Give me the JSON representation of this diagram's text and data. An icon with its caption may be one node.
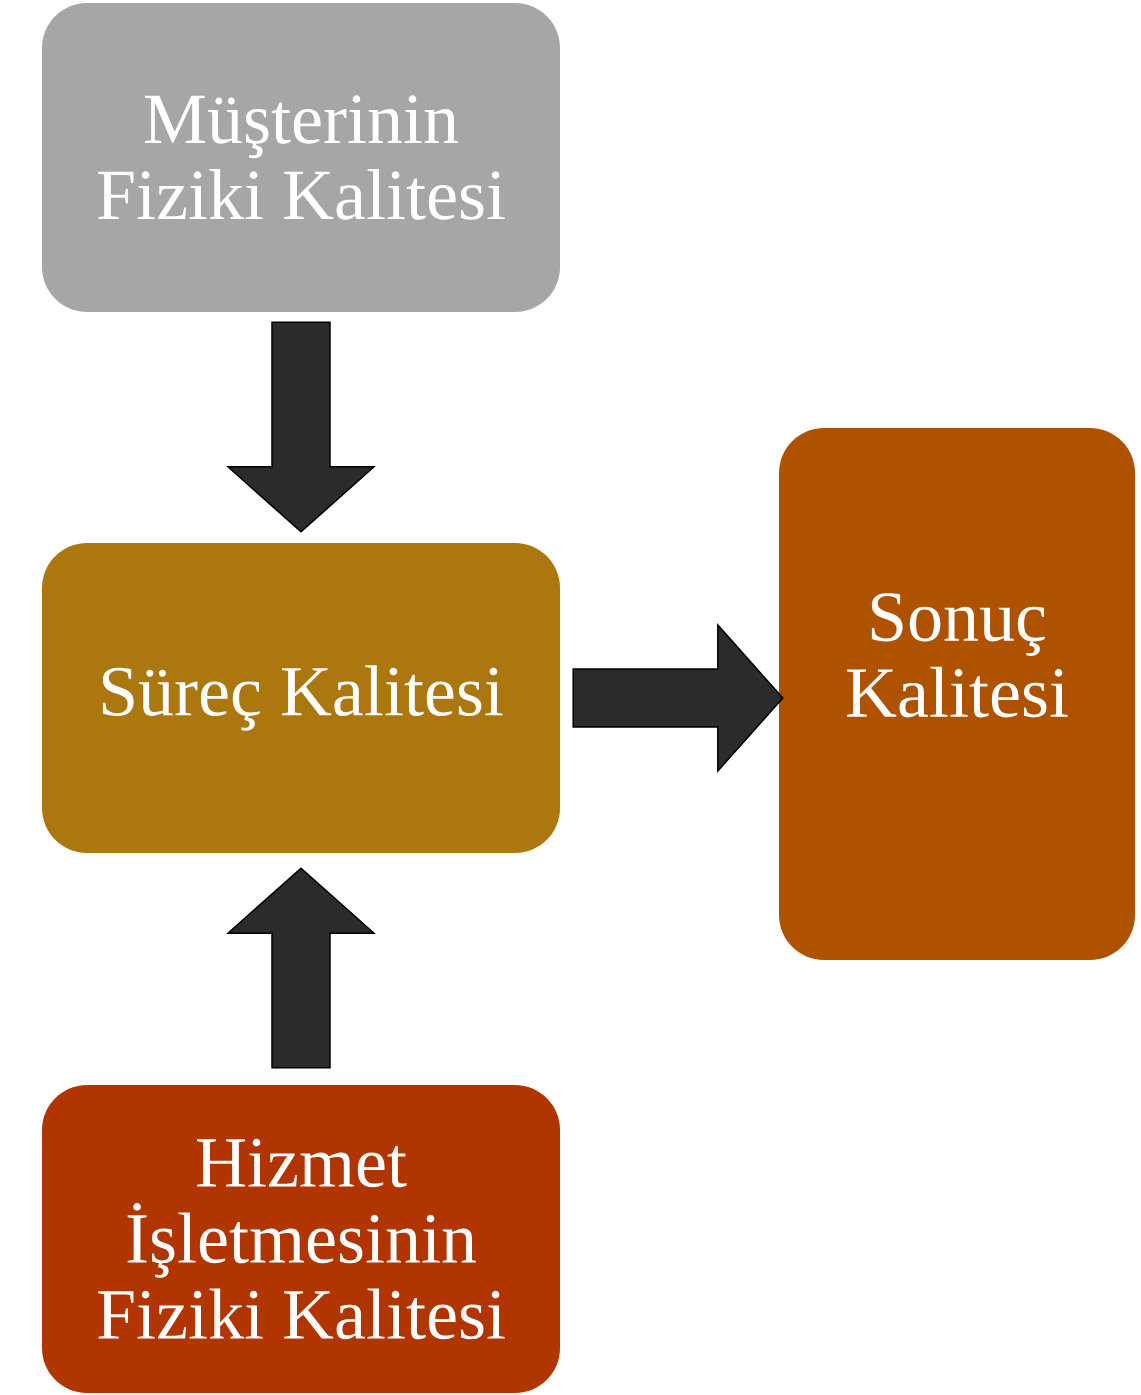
{
  "diagram": {
    "nodes": [
      {
        "text": [
          "Müşterinin Fiziki Kalitesi"
        ]
      },
      {
        "text": [
          "Süreç Kalitesi"
        ]
      },
      {
        "text": [
          "Sonuç Kalitesi"
        ]
      },
      {
        "text": [
          "Hizmet İşletmesinin Fiziki Kalitesi"
        ]
      }
    ],
    "edges": [
      {
        "from": 0,
        "to": 1,
        "arrow": "to"
      },
      {
        "from": 3,
        "to": 1,
        "arrow": "to"
      },
      {
        "from": 1,
        "to": 2,
        "arrow": "to"
      }
    ]
  }
}
